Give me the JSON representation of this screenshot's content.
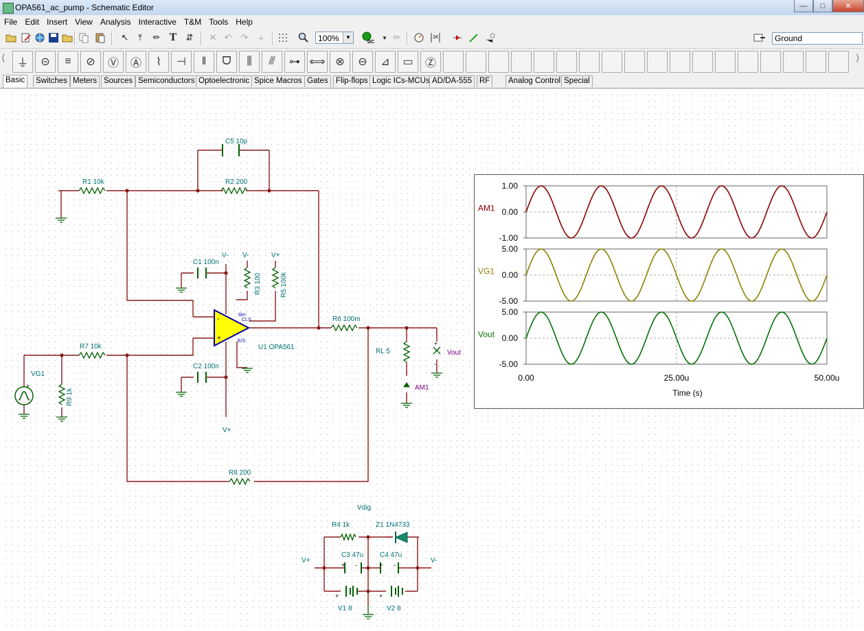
{
  "window": {
    "title": "OPA561_ac_pump - Schematic Editor"
  },
  "menu": [
    "File",
    "Edit",
    "Insert",
    "View",
    "Analysis",
    "Interactive",
    "T&M",
    "Tools",
    "Help"
  ],
  "toolbar": {
    "zoom": "100%",
    "net_name": "Ground"
  },
  "tabs": [
    "Basic",
    "Switches",
    "Meters",
    "Sources",
    "Semiconductors",
    "Optoelectronic",
    "Spice Macros",
    "Gates",
    "Flip-flops",
    "Logic ICs-MCUs",
    "AD/DA-555",
    "RF",
    "Analog Control",
    "Special"
  ],
  "schematic": {
    "labels": {
      "c5": "C5 10p",
      "r1": "R1 10k",
      "r2": "R2 200",
      "c1": "C1 100n",
      "vminus_top": "V-",
      "vminus_r3": "V-",
      "vplus_r5": "V+",
      "r3": "R3 100",
      "r5": "R5 100k",
      "ilim": "Ilim",
      "cls": "CLS",
      "es": "E/S",
      "r6": "R6 100m",
      "u1": "U1 OPA561",
      "r7": "R7 10k",
      "c2": "C2 100n",
      "rl": "RL 5",
      "vout": "Vout",
      "am1": "AM1",
      "vg1": "VG1",
      "r9": "R9 1k",
      "vplus_bottom": "V+",
      "r8": "R8 200",
      "vdig": "Vdig",
      "r4": "R4 1k",
      "z1": "Z1 1N4733",
      "c3": "C3 47u",
      "c4": "C4 47u",
      "vplus_supply": "V+",
      "vminus_supply": "V-",
      "v1": "V1 8",
      "v2": "V2 8"
    }
  },
  "chart_data": {
    "type": "line",
    "xlabel": "Time (s)",
    "x_ticks": [
      "0.00",
      "25.00u",
      "50.00u"
    ],
    "xlim": [
      0,
      5e-05
    ],
    "panels": [
      {
        "name": "AM1",
        "color": "#8b0000",
        "ylim": [
          -1,
          1
        ],
        "y_ticks": [
          "1.00",
          "0.00",
          "-1.00"
        ],
        "amplitude": 1,
        "period": 1e-05,
        "phase": 0
      },
      {
        "name": "VG1",
        "color": "#8a8000",
        "ylim": [
          -5,
          5
        ],
        "y_ticks": [
          "5.00",
          "0.00",
          "-5.00"
        ],
        "amplitude": 5,
        "period": 1e-05,
        "phase": 0
      },
      {
        "name": "Vout",
        "color": "#007000",
        "ylim": [
          -5,
          5
        ],
        "y_ticks": [
          "5.00",
          "0.00",
          "-5.00"
        ],
        "amplitude": 5,
        "period": 1e-05,
        "phase": 0
      }
    ]
  }
}
